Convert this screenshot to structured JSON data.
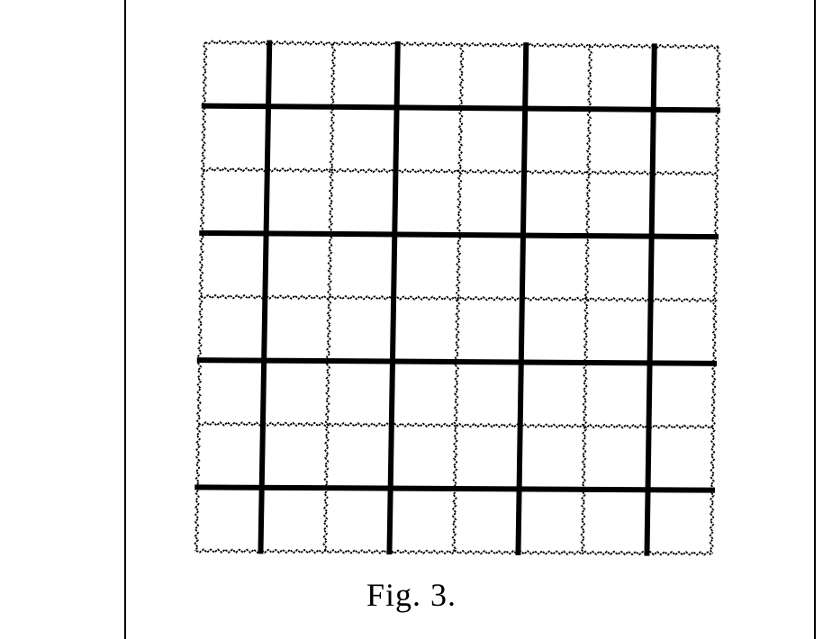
{
  "figure": {
    "caption": "Fig. 3.",
    "rows": 8,
    "cols": 8,
    "thick_every": 2,
    "colors": {
      "ink": "#000000",
      "background": "#ffffff"
    }
  }
}
